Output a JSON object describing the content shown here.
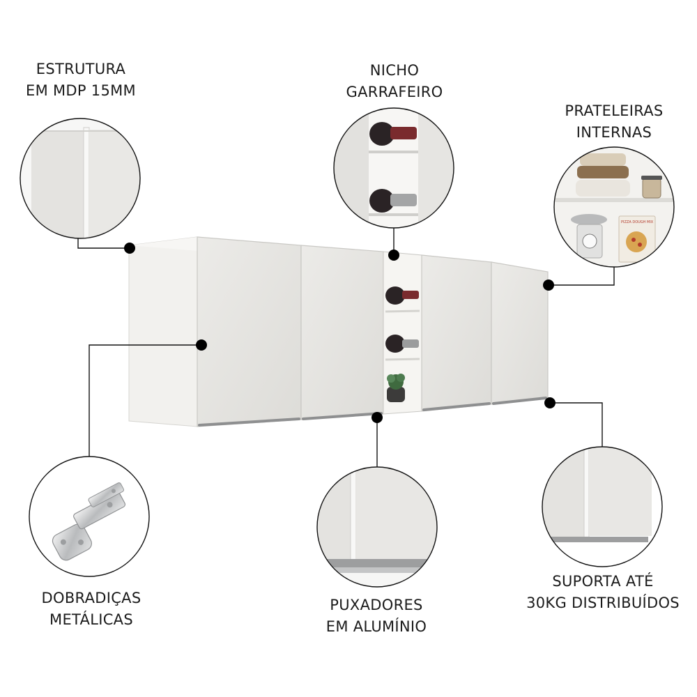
{
  "colors": {
    "background": "#ffffff",
    "cabinet_face": "#e7e6e3",
    "cabinet_side": "#f3f2ef",
    "door_edge": "#c9c8c4",
    "handle": "#8e8f90",
    "connector": "#111111",
    "text": "#1a1a1a"
  },
  "callouts": {
    "structure": {
      "line1": "ESTRUTURA",
      "line2": "EM MDP 15MM"
    },
    "wine_niche": {
      "line1": "NICHO",
      "line2": "GARRAFEIRO"
    },
    "shelves": {
      "line1": "PRATELEIRAS",
      "line2": "INTERNAS"
    },
    "hinges": {
      "line1": "DOBRADIÇAS",
      "line2": "METÁLICAS"
    },
    "handles": {
      "line1": "PUXADORES",
      "line2": "EM ALUMÍNIO"
    },
    "support": {
      "line1": "SUPORTA ATÉ",
      "line2": "30KG DISTRIBUÍDOS"
    }
  },
  "product_label": {
    "line1": "PIZZA DOUGH MIX"
  }
}
